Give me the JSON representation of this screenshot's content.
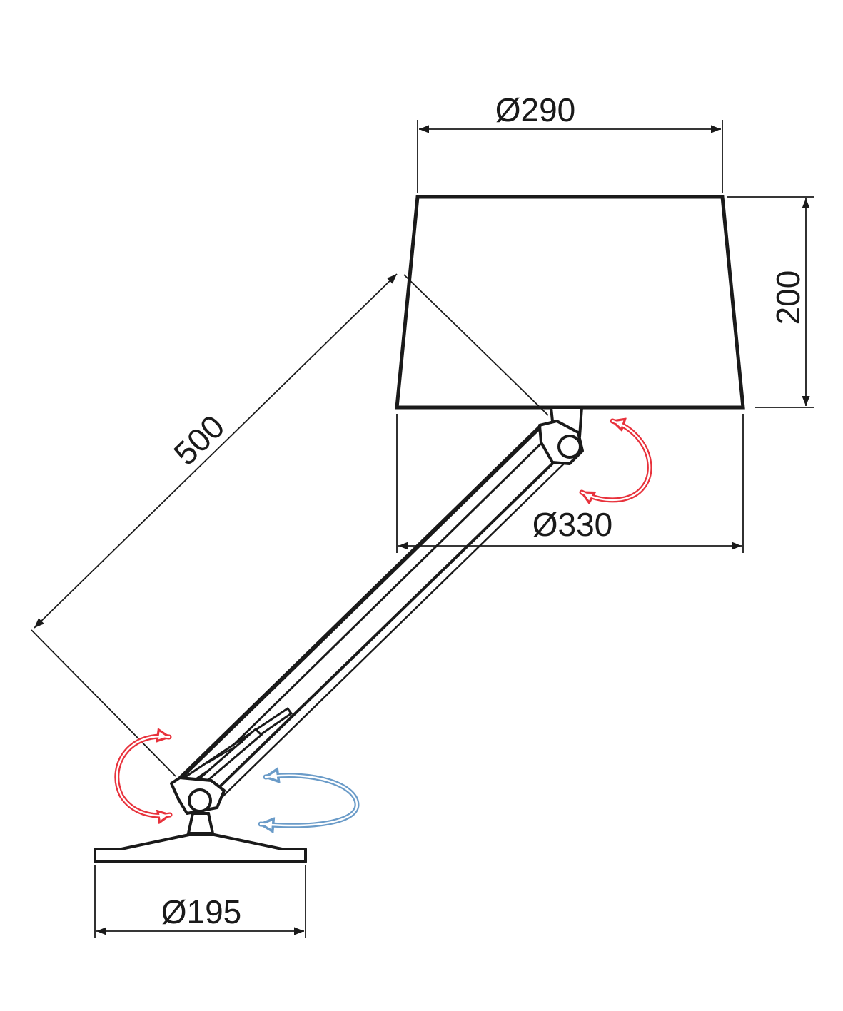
{
  "dimensions": {
    "shade_top_diameter": "Ø290",
    "shade_bottom_diameter": "Ø330",
    "shade_height": "200",
    "arm_length": "500",
    "base_diameter": "Ø195"
  },
  "colors": {
    "outline": "#1a1a1a",
    "tilt_arrow": "#e8323c",
    "rotate_arrow": "#6a9bc8"
  },
  "icons": {
    "head_tilt": "curved-double-arrow-red",
    "arm_tilt": "curved-double-arrow-red",
    "base_rotate": "circular-rotation-arrow-blue"
  }
}
